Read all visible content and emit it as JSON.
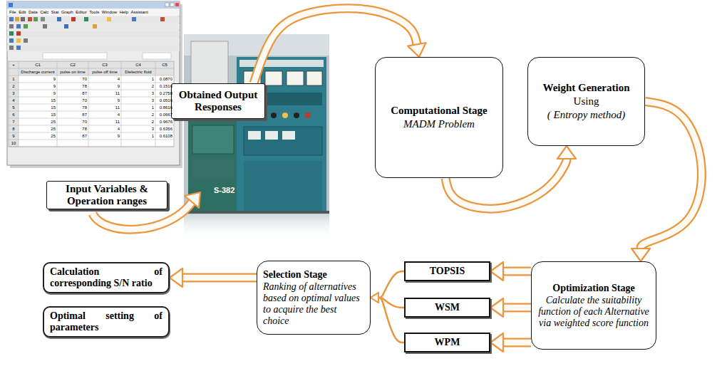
{
  "diagram": {
    "nodes": [
      {
        "text": [
          "Input Variables & Operation ranges"
        ]
      },
      {
        "text": [
          "Obtained Output Responses"
        ]
      },
      {
        "text": [
          "Computational Stage",
          "MADM Problem"
        ]
      },
      {
        "text": [
          "Weight Generation",
          "Using",
          "( Entropy method)"
        ]
      },
      {
        "text": [
          "Optimization Stage",
          "Calculate the suitability function of each Alternative via weighted score function"
        ]
      },
      {
        "text": [
          "TOPSIS"
        ]
      },
      {
        "text": [
          "WSM"
        ]
      },
      {
        "text": [
          "WPM"
        ]
      },
      {
        "text": [
          "Selection Stage",
          "Ranking of alternatives based on optimal values to acquire the best choice"
        ]
      },
      {
        "text": [
          "Calculation of corresponding S/N ratio"
        ]
      },
      {
        "text": [
          "Optimal setting of parameters"
        ]
      }
    ],
    "edges": [
      {
        "from": 1,
        "to": 2,
        "arrow": "to"
      },
      {
        "from": 2,
        "to": 3,
        "arrow": "to"
      },
      {
        "from": 3,
        "to": 4,
        "arrow": "to"
      },
      {
        "from": 4,
        "to": 5,
        "arrow": "to"
      },
      {
        "from": 4,
        "to": 6,
        "arrow": "to"
      },
      {
        "from": 4,
        "to": 7,
        "arrow": "to"
      },
      {
        "from": 5,
        "to": 8,
        "arrow": "to"
      },
      {
        "from": 6,
        "to": 8,
        "arrow": "to"
      },
      {
        "from": 7,
        "to": 8,
        "arrow": "to"
      },
      {
        "from": 8,
        "to": 9,
        "arrow": "to"
      }
    ],
    "labels": [
      "File",
      "Edit",
      "Data",
      "Calc",
      "Stat",
      "Graph",
      "Editor",
      "Tools",
      "Window",
      "Help",
      "Assistant",
      "+",
      "C1",
      "C2",
      "C3",
      "C4",
      "C5",
      "Discharge current",
      "pulse on time",
      "pulse off time",
      "Dielectric fluid",
      "1",
      "9",
      "70",
      "4",
      "1",
      "0.0870",
      "2",
      "9",
      "78",
      "9",
      "2",
      "0.1516",
      "3",
      "9",
      "87",
      "11",
      "3",
      "0.2758",
      "4",
      "15",
      "70",
      "9",
      "3",
      "0.0516",
      "5",
      "15",
      "78",
      "11",
      "1",
      "0.8616",
      "6",
      "15",
      "87",
      "4",
      "2",
      "0.0667",
      "7",
      "25",
      "70",
      "11",
      "2",
      "0.9676",
      "8",
      "25",
      "78",
      "4",
      "3",
      "0.6356",
      "9",
      "25",
      "87",
      "9",
      "1",
      "0.6108",
      "10",
      "S-382"
    ]
  }
}
